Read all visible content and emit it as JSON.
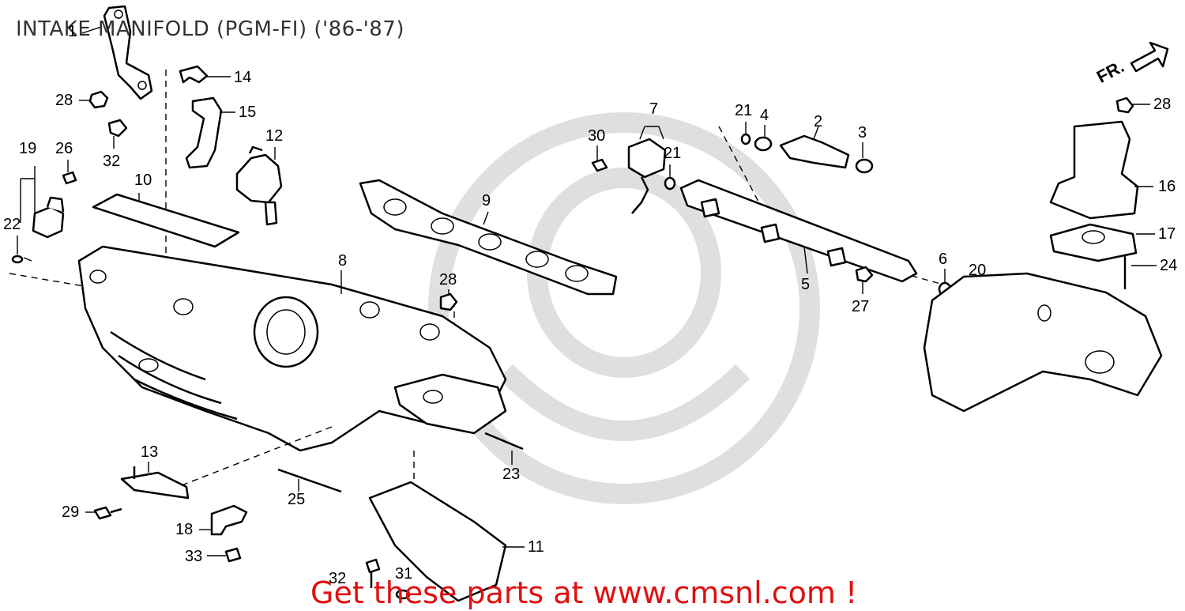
{
  "title": "INTAKE MANIFOLD (PGM-FI) ('86-'87)",
  "direction_label": "FR.",
  "watermark_text": "Get these parts at www.cmsnl.com !",
  "colors": {
    "watermark": "#e01010",
    "line_art": "#000000",
    "title": "#333333"
  },
  "callouts": [
    {
      "id": "c1",
      "label": "1"
    },
    {
      "id": "c28a",
      "label": "28"
    },
    {
      "id": "c14",
      "label": "14"
    },
    {
      "id": "c15",
      "label": "15"
    },
    {
      "id": "c32a",
      "label": "32"
    },
    {
      "id": "c19",
      "label": "19"
    },
    {
      "id": "c26",
      "label": "26"
    },
    {
      "id": "c10",
      "label": "10"
    },
    {
      "id": "c12",
      "label": "12"
    },
    {
      "id": "c22",
      "label": "22"
    },
    {
      "id": "c9",
      "label": "9"
    },
    {
      "id": "c8",
      "label": "8"
    },
    {
      "id": "c28b",
      "label": "28"
    },
    {
      "id": "c7",
      "label": "7"
    },
    {
      "id": "c30",
      "label": "30"
    },
    {
      "id": "c21a",
      "label": "21"
    },
    {
      "id": "c21b",
      "label": "21"
    },
    {
      "id": "c4",
      "label": "4"
    },
    {
      "id": "c2",
      "label": "2"
    },
    {
      "id": "c3",
      "label": "3"
    },
    {
      "id": "c5",
      "label": "5"
    },
    {
      "id": "c6",
      "label": "6"
    },
    {
      "id": "c27",
      "label": "27"
    },
    {
      "id": "c20",
      "label": "20"
    },
    {
      "id": "c28c",
      "label": "28"
    },
    {
      "id": "c16",
      "label": "16"
    },
    {
      "id": "c17",
      "label": "17"
    },
    {
      "id": "c24",
      "label": "24"
    },
    {
      "id": "c13",
      "label": "13"
    },
    {
      "id": "c29",
      "label": "29"
    },
    {
      "id": "c25",
      "label": "25"
    },
    {
      "id": "c23",
      "label": "23"
    },
    {
      "id": "c18",
      "label": "18"
    },
    {
      "id": "c33",
      "label": "33"
    },
    {
      "id": "c11",
      "label": "11"
    },
    {
      "id": "c32b",
      "label": "32"
    },
    {
      "id": "c31",
      "label": "31"
    }
  ]
}
